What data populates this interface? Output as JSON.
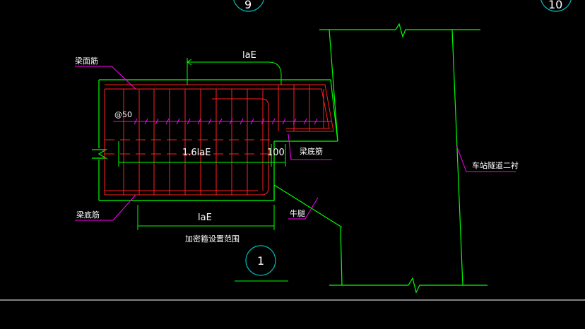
{
  "drawing": {
    "background": "#000000",
    "colors": {
      "concrete": "#00ff00",
      "rebar": "#ff2020",
      "leader": "#ff00ff",
      "dimension": "#00ff00",
      "axis_bubble": "#00c0c0",
      "hatch": "#ff00ff",
      "text": "#ffffff"
    },
    "labels": {
      "beam_top_bar": "梁面筋",
      "beam_bottom_bar_left": "梁底筋",
      "beam_bottom_bar_right": "梁底筋",
      "corbel": "牛腿",
      "lining": "车站隧道二衬",
      "stirrup_spacing": "@50",
      "dense_range": "加密箍设置范围"
    },
    "dimensions": {
      "top_anchor": "laE",
      "mid_anchor": "1.6laE",
      "offset": "100",
      "bottom_anchor": "laE"
    },
    "axis_bubbles": {
      "top_left": "9",
      "top_right": "10",
      "detail": "1"
    }
  }
}
